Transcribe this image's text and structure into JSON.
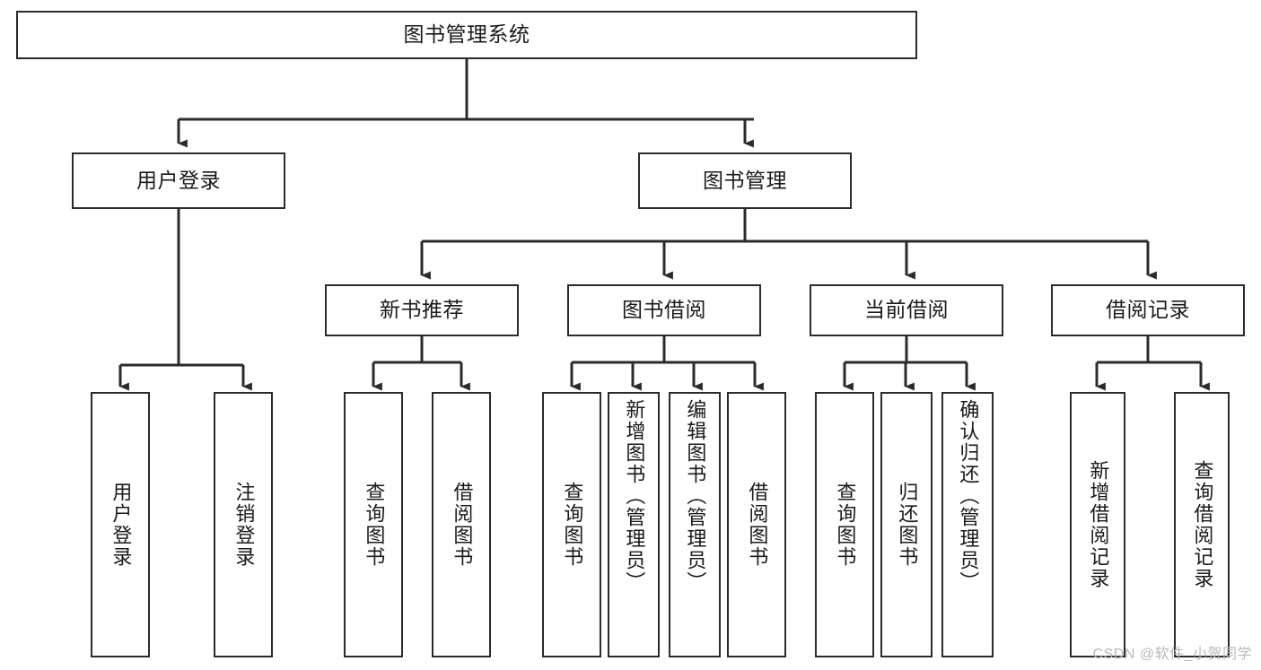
{
  "diagram": {
    "type": "tree-hierarchy",
    "title": "图书管理系统",
    "watermark": "CSDN @软件_小贺同学",
    "colors": {
      "stroke": "#2b2b2b",
      "fill": "#ffffff",
      "text": "#1a1a1a",
      "watermark": "#b9b9b9"
    },
    "nodes": {
      "root": {
        "label": "图书管理系统"
      },
      "level2": [
        {
          "label": "用户登录"
        },
        {
          "label": "图书管理"
        }
      ],
      "level3": [
        {
          "label": "新书推荐"
        },
        {
          "label": "图书借阅"
        },
        {
          "label": "当前借阅"
        },
        {
          "label": "借阅记录"
        }
      ],
      "leaves": {
        "user_login": [
          {
            "label": "用户登录"
          },
          {
            "label": "注销登录"
          }
        ],
        "new_book_recommend": [
          {
            "label": "查询图书"
          },
          {
            "label": "借阅图书"
          }
        ],
        "book_borrow": [
          {
            "label": "查询图书"
          },
          {
            "label": "新增图书（管理员）"
          },
          {
            "label": "编辑图书（管理员）"
          },
          {
            "label": "借阅图书"
          }
        ],
        "current_borrow": [
          {
            "label": "查询图书"
          },
          {
            "label": "归还图书"
          },
          {
            "label": "确认归还（管理员）"
          }
        ],
        "borrow_record": [
          {
            "label": "新增借阅记录"
          },
          {
            "label": "查询借阅记录"
          }
        ]
      }
    }
  }
}
